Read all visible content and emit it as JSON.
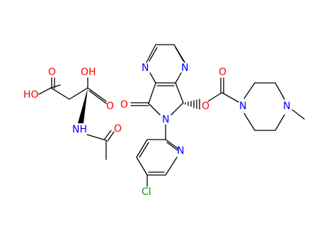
{
  "colors": {
    "background": "#ffffff",
    "bond": "#000000",
    "carbon_text": "#000000",
    "oxygen": "#ff0000",
    "nitrogen": "#0000ff",
    "chlorine": "#00aa00"
  },
  "aspartate": {
    "oh_left": "HO",
    "o_top": "O",
    "oh_top": "OH",
    "o_right": "O",
    "nh": "NH",
    "o_amide": "O"
  },
  "zopiclone": {
    "n_pyrazine_top_left": "N",
    "n_pyrazine_right": "N",
    "o_carbonyl_left": "O",
    "n_lactam": "N",
    "o_ester": "O",
    "o_carbonyl_top": "O",
    "n_piperazine_1": "N",
    "n_piperazine_4": "N",
    "n_pyridine": "N",
    "cl": "Cl"
  }
}
